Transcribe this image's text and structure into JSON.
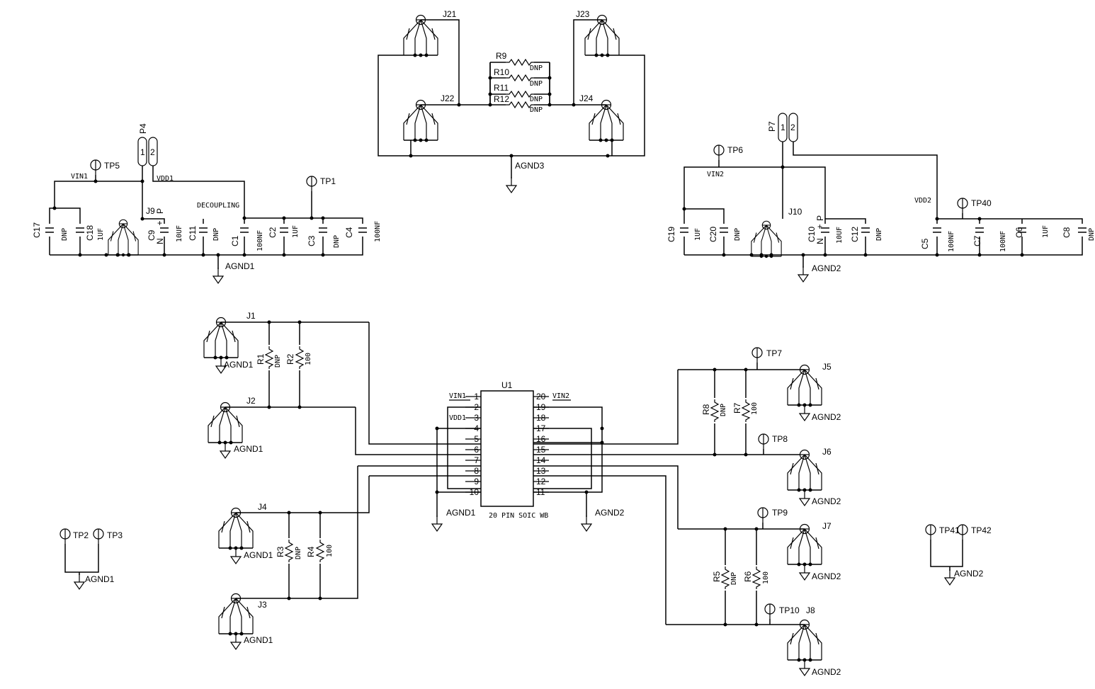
{
  "top": {
    "j21": "J21",
    "j22": "J22",
    "j23": "J23",
    "j24": "J24",
    "r9": "R9",
    "r10": "R10",
    "r11": "R11",
    "r12": "R12",
    "dnp": "DNP",
    "agnd3": "AGND3"
  },
  "left": {
    "p4": "P4",
    "p4_pin1": "1",
    "p4_pin2": "2",
    "tp5": "TP5",
    "tp1": "TP1",
    "vin1": "VIN1",
    "vdd1": "VDD1",
    "j9": "J9",
    "p_label": "P",
    "n_label": "N",
    "plus": "+",
    "decoupling": "DECOUPLING",
    "c17": "C17",
    "c17_val": "DNP",
    "c18": "C18",
    "c18_val": "1UF",
    "c9": "C9",
    "c9_val": "10UF",
    "c11": "C11",
    "c11_val": "DNP",
    "c1": "C1",
    "c1_val": "100NF",
    "c2": "C2",
    "c2_val": "1UF",
    "c3": "C3",
    "c3_val": "DNP",
    "c4": "C4",
    "c4_val": "100NF",
    "agnd1": "AGND1"
  },
  "right": {
    "p7": "P7",
    "p7_pin1": "1",
    "p7_pin2": "2",
    "tp6": "TP6",
    "tp40": "TP40",
    "vin2": "VIN2",
    "vdd2": "VDD2",
    "j10": "J10",
    "p_label": "P",
    "n_label": "N",
    "plus": "+",
    "c19": "C19",
    "c19_val": "1UF",
    "c20": "C20",
    "c20_val": "DNP",
    "c10": "C10",
    "c10_val": "10UF",
    "c12": "C12",
    "c12_val": "DNP",
    "c5": "C5",
    "c5_val": "100NF",
    "c7": "C7",
    "c7_val": "100NF",
    "c6": "C6",
    "c6_val": "1UF",
    "c8": "C8",
    "c8_val": "DNP",
    "agnd2": "AGND2"
  },
  "ic": {
    "ref": "U1",
    "package": "20 PIN SOIC WB",
    "vin1": "VIN1",
    "vdd1": "VDD1",
    "vin2": "VIN2",
    "pins_left": [
      "1",
      "2",
      "3",
      "4",
      "5",
      "6",
      "7",
      "8",
      "9",
      "10"
    ],
    "pins_right": [
      "20",
      "19",
      "18",
      "17",
      "16",
      "15",
      "14",
      "13",
      "12",
      "11"
    ],
    "agnd1": "AGND1",
    "agnd2": "AGND2"
  },
  "inputs": {
    "j1": "J1",
    "j2": "J2",
    "j3": "J3",
    "j4": "J4",
    "r1": "R1",
    "r1_val": "DNP",
    "r2": "R2",
    "r2_val": "100",
    "r3": "R3",
    "r3_val": "DNP",
    "r4": "R4",
    "r4_val": "100",
    "agnd1": "AGND1"
  },
  "outputs": {
    "j5": "J5",
    "j6": "J6",
    "j7": "J7",
    "j8": "J8",
    "tp7": "TP7",
    "tp8": "TP8",
    "tp9": "TP9",
    "tp10": "TP10",
    "r8": "R8",
    "r8_val": "DNP",
    "r7": "R7",
    "r7_val": "100",
    "r5": "R5",
    "r5_val": "DNP",
    "r6": "R6",
    "r6_val": "100",
    "agnd2": "AGND2"
  },
  "testpoints": {
    "tp2": "TP2",
    "tp3": "TP3",
    "tp41": "TP41",
    "tp42": "TP42",
    "agnd1": "AGND1",
    "agnd2": "AGND2"
  }
}
